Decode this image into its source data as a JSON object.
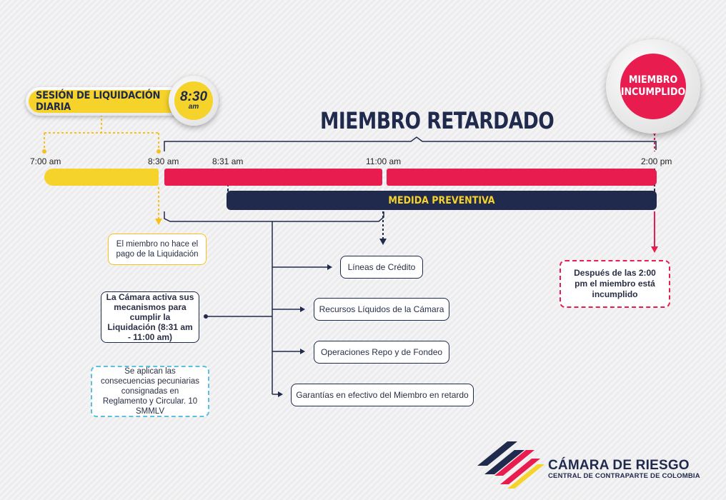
{
  "sesion": {
    "label": "SESIÓN DE LIQUIDACIÓN DIARIA",
    "time": "8:30",
    "ampm": "am"
  },
  "title": "MIEMBRO RETARDADO",
  "incumplido": {
    "line1": "MIEMBRO",
    "line2": "INCUMPLIDO"
  },
  "timeline": {
    "t700": "7:00 am",
    "t830": "8:30 am",
    "t831": "8:31 am",
    "t1100": "11:00 am",
    "t200": "2:00 pm"
  },
  "medida_preventiva": "MEDIDA PREVENTIVA",
  "boxes": {
    "no_pago": "El miembro no hace el pago de la Liquidación",
    "camara_activa": "La Cámara activa sus mecanismos para cumplir la Liquidación (8:31 am - 11:00 am)",
    "consecuencias": "Se aplican las consecuencias pecuniarias consignadas en Reglamento y Circular. 10 SMMLV",
    "despues": "Después de las 2:00 pm el miembro está incumplido"
  },
  "mecanismos": [
    "Líneas de Crédito",
    "Recursos Líquidos de la Cámara",
    "Operaciones Repo y de Fondeo",
    "Garantías en efectivo del Miembro en retardo"
  ],
  "logo": {
    "title": "CÁMARA DE RIESGO",
    "subtitle": "CENTRAL DE CONTRAPARTE DE COLOMBIA"
  },
  "colors": {
    "navy": "#1f2a4d",
    "yellow": "#f6d32a",
    "red": "#e81c4f",
    "lightblue": "#5bc0de"
  }
}
